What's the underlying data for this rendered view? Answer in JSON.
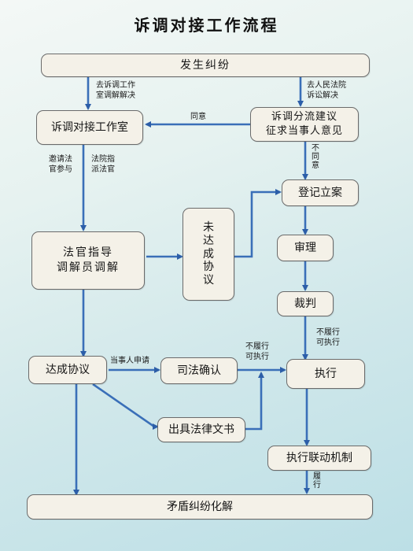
{
  "title": "诉调对接工作流程",
  "nodes": {
    "dispute": "发生纠纷",
    "office": "诉调对接工作室",
    "split": "诉调分流建议\n征求当事人意见",
    "register": "登记立案",
    "guide": "法官指导\n调解员调解",
    "not_agreed": "未\n达\n成\n协\n议",
    "trial": "审理",
    "verdict": "裁判",
    "agreement": "达成协议",
    "confirm": "司法确认",
    "execute": "执行",
    "document": "出具法律文书",
    "linkage": "执行联动机制",
    "resolved": "矛盾纠纷化解"
  },
  "labels": {
    "to_office": "去诉调工作\n室调解解决",
    "to_court": "去人民法院\n诉讼解决",
    "agree": "同意",
    "disagree": "不\n同\n意",
    "invite": "邀请法\n官参与",
    "assign": "法院指\n派法官",
    "apply": "当事人申请",
    "not_fulfill_1": "不履行\n可执行",
    "not_fulfill_2": "不履行\n可执行",
    "fulfill": "履\n行"
  }
}
